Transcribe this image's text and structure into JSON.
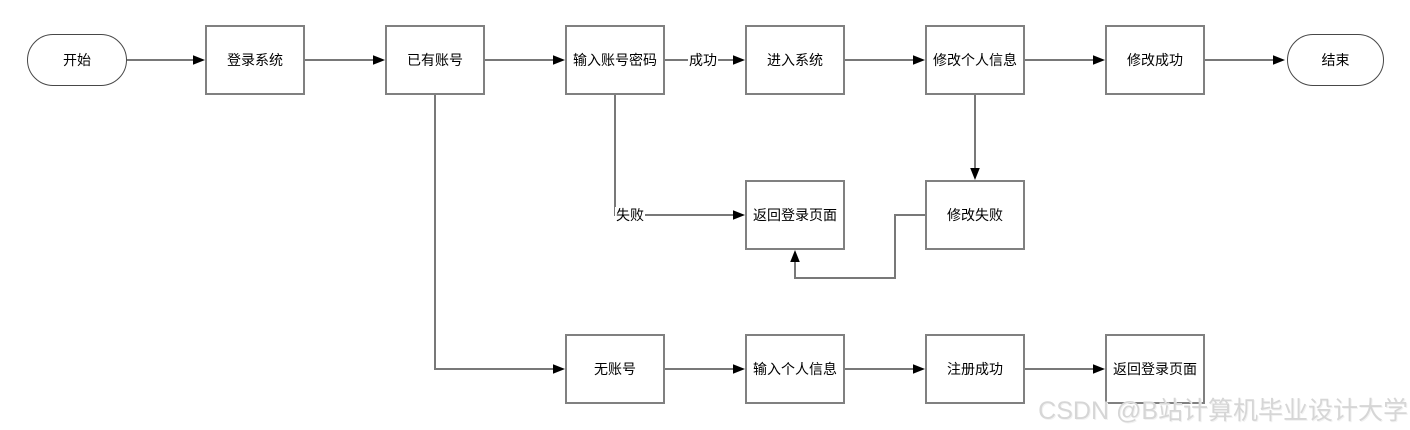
{
  "diagram": {
    "type": "flowchart",
    "nodes": {
      "start": {
        "label": "开始",
        "shape": "terminator"
      },
      "login_system": {
        "label": "登录系统",
        "shape": "process"
      },
      "has_account": {
        "label": "已有账号",
        "shape": "process"
      },
      "enter_credentials": {
        "label": "输入账号密码",
        "shape": "process"
      },
      "enter_system": {
        "label": "进入系统",
        "shape": "process"
      },
      "modify_personal_info": {
        "label": "修改个人信息",
        "shape": "process"
      },
      "modify_success": {
        "label": "修改成功",
        "shape": "process"
      },
      "end": {
        "label": "结束",
        "shape": "terminator"
      },
      "return_login_page_1": {
        "label": "返回登录页面",
        "shape": "process"
      },
      "modify_fail": {
        "label": "修改失败",
        "shape": "process"
      },
      "no_account": {
        "label": "无账号",
        "shape": "process"
      },
      "enter_personal_info": {
        "label": "输入个人信息",
        "shape": "process"
      },
      "register_success": {
        "label": "注册成功",
        "shape": "process"
      },
      "return_login_page_2": {
        "label": "返回登录页面",
        "shape": "process"
      }
    },
    "edges": [
      {
        "from": "start",
        "to": "login_system",
        "label": ""
      },
      {
        "from": "login_system",
        "to": "has_account",
        "label": ""
      },
      {
        "from": "has_account",
        "to": "enter_credentials",
        "label": ""
      },
      {
        "from": "enter_credentials",
        "to": "enter_system",
        "label": "成功"
      },
      {
        "from": "enter_system",
        "to": "modify_personal_info",
        "label": ""
      },
      {
        "from": "modify_personal_info",
        "to": "modify_success",
        "label": ""
      },
      {
        "from": "modify_success",
        "to": "end",
        "label": ""
      },
      {
        "from": "enter_credentials",
        "to": "return_login_page_1",
        "label": "失败"
      },
      {
        "from": "modify_personal_info",
        "to": "modify_fail",
        "label": ""
      },
      {
        "from": "modify_fail",
        "to": "return_login_page_1",
        "label": ""
      },
      {
        "from": "has_account",
        "to": "no_account",
        "label": ""
      },
      {
        "from": "no_account",
        "to": "enter_personal_info",
        "label": ""
      },
      {
        "from": "enter_personal_info",
        "to": "register_success",
        "label": ""
      },
      {
        "from": "register_success",
        "to": "return_login_page_2",
        "label": ""
      }
    ],
    "edge_labels": {
      "success": "成功",
      "fail": "失败"
    },
    "colors": {
      "background": "#ffffff",
      "process_border": "#808080",
      "terminator_border": "#474747",
      "connector": "#787878",
      "arrowhead": "#000000",
      "text": "#000000",
      "watermark": "#d6d6d6"
    }
  },
  "watermark": "CSDN @B站计算机毕业设计大学"
}
